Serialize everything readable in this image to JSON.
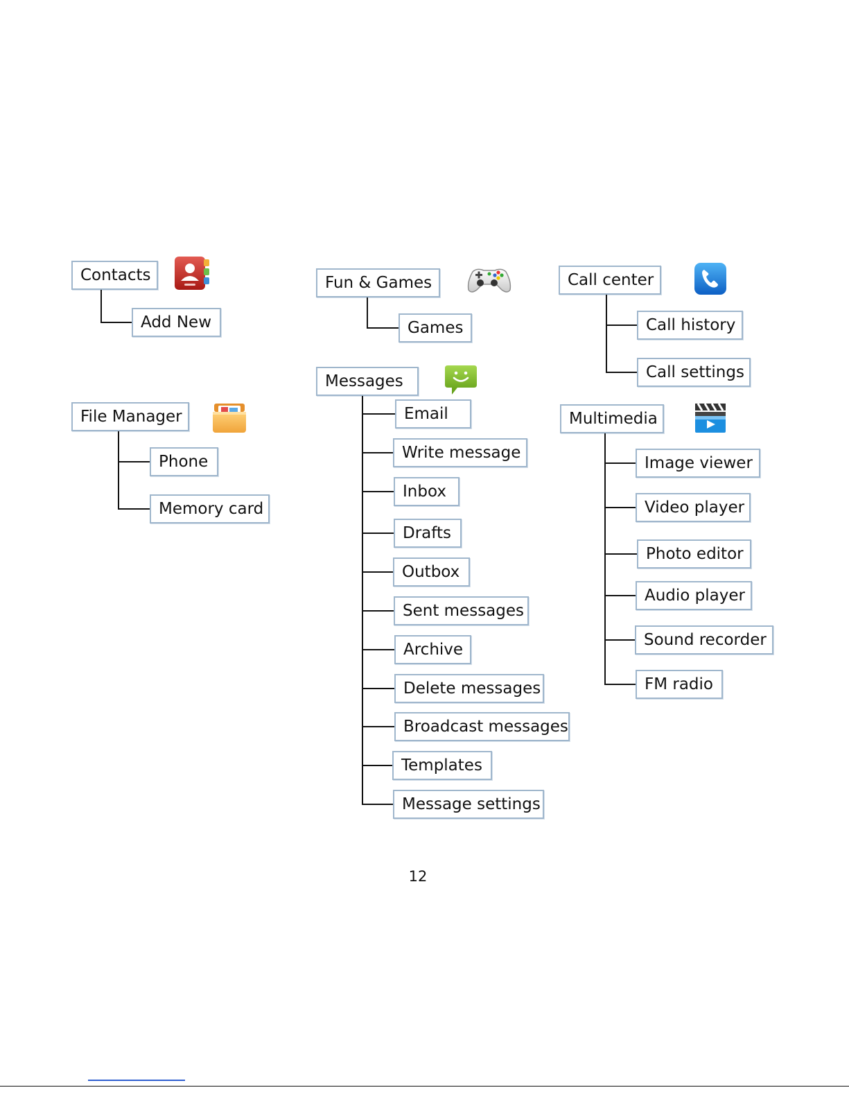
{
  "diagram": {
    "sections": [
      {
        "id": "contacts",
        "label": "Contacts",
        "icon": "contacts-book-icon",
        "children": [
          "Add New"
        ]
      },
      {
        "id": "file-manager",
        "label": "File Manager",
        "icon": "folder-icon",
        "children": [
          "Phone",
          "Memory card"
        ]
      },
      {
        "id": "fun-games",
        "label": "Fun & Games",
        "icon": "gamepad-icon",
        "children": [
          "Games"
        ]
      },
      {
        "id": "messages",
        "label": "Messages",
        "icon": "message-bubble-icon",
        "children": [
          "Email",
          "Write message",
          "Inbox",
          "Drafts",
          "Outbox",
          "Sent messages",
          "Archive",
          "Delete messages",
          "Broadcast messages",
          "Templates",
          "Message settings"
        ]
      },
      {
        "id": "call-center",
        "label": "Call center",
        "icon": "phone-icon",
        "children": [
          "Call history",
          "Call settings"
        ]
      },
      {
        "id": "multimedia",
        "label": "Multimedia",
        "icon": "clapperboard-icon",
        "children": [
          "Image viewer",
          "Video player",
          "Photo editor",
          "Audio player",
          "Sound recorder",
          "FM radio"
        ]
      }
    ]
  },
  "page": {
    "number": "12"
  }
}
